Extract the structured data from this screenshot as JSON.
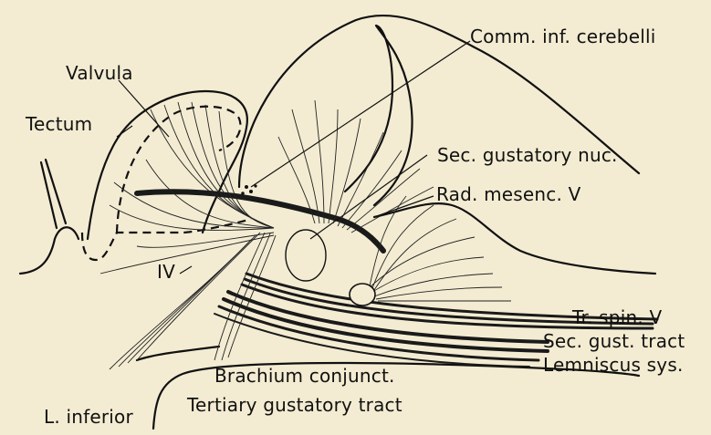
{
  "figure": {
    "labels": {
      "comm_inf_cerebelli": "Comm. inf. cerebelli",
      "valvula": "Valvula",
      "tectum": "Tectum",
      "sec_gustatory_nuc": "Sec. gustatory nuc.",
      "rad_mesenc_v": "Rad. mesenc. V",
      "iv": "IV",
      "tr_spin_v": "Tr. spin. V",
      "sec_gust_tract": "Sec. gust. tract",
      "lemniscus_sys": "Lemniscus sys.",
      "brachium_conjunct": "Brachium conjunct.",
      "tertiary_gustatory_tract": "Tertiary gustatory tract",
      "l_inferior": "L. inferior"
    }
  }
}
